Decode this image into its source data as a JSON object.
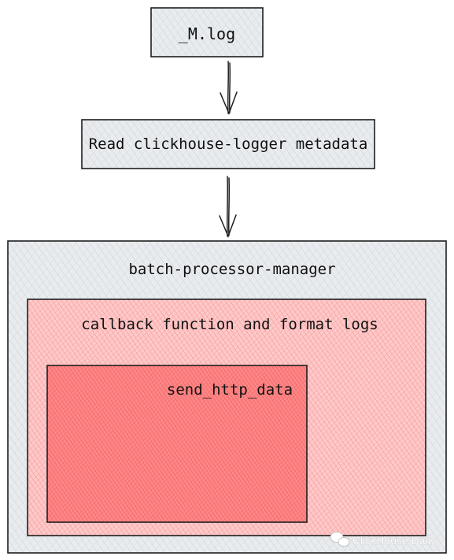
{
  "nodes": {
    "mlog": {
      "label": "_M.log",
      "fill": "#e9ecef",
      "stroke": "#1e1e1e"
    },
    "read_metadata": {
      "label": "Read clickhouse-logger metadata",
      "fill": "#e9ecef",
      "stroke": "#1e1e1e"
    },
    "batch_manager": {
      "label": "batch-processor-manager",
      "fill": "#e9ecef",
      "stroke": "#1e1e1e"
    },
    "callback": {
      "label": "callback function and format logs",
      "fill": "#ffc9c9",
      "stroke": "#1e1e1e"
    },
    "send_http": {
      "label": "send_http_data",
      "fill": "#ff8787",
      "stroke": "#1e1e1e"
    }
  },
  "edges": [
    {
      "from": "_M.log",
      "to": "Read clickhouse-logger metadata"
    },
    {
      "from": "Read clickhouse-logger metadata",
      "to": "batch-processor-manager"
    }
  ],
  "watermark": {
    "text": "ClickHouse Daily",
    "icon": "wechat-icon"
  }
}
